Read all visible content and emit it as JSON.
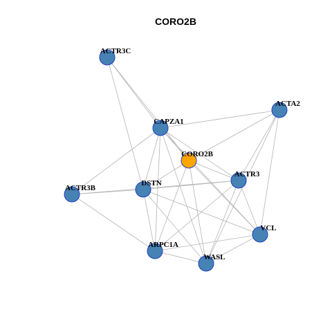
{
  "title": "CORO2B",
  "colors": {
    "node_default": "#4682b4",
    "node_highlight": "#ffa500",
    "node_border": "#1f3fbf",
    "edge": "#b3b3b3"
  },
  "nodes": [
    {
      "id": "ACTR3C",
      "label": "ACTR3C",
      "highlight": false
    },
    {
      "id": "ACTA2",
      "label": "ACTA2",
      "highlight": false
    },
    {
      "id": "CAPZA1",
      "label": "CAPZA1",
      "highlight": false
    },
    {
      "id": "CORO2B",
      "label": "CORO2B",
      "highlight": true
    },
    {
      "id": "ACTR3",
      "label": "ACTR3",
      "highlight": false
    },
    {
      "id": "DSTN",
      "label": "DSTN",
      "highlight": false
    },
    {
      "id": "ACTR3B",
      "label": "ACTR3B",
      "highlight": false
    },
    {
      "id": "VCL",
      "label": "VCL",
      "highlight": false
    },
    {
      "id": "ARPC1A",
      "label": "ARPC1A",
      "highlight": false
    },
    {
      "id": "WASL",
      "label": "WASL",
      "highlight": false
    }
  ],
  "edges": [
    [
      "ACTR3C",
      "CAPZA1"
    ],
    [
      "ACTR3C",
      "DSTN"
    ],
    [
      "ACTR3C",
      "CORO2B"
    ],
    [
      "ACTA2",
      "CAPZA1"
    ],
    [
      "ACTA2",
      "CORO2B"
    ],
    [
      "ACTA2",
      "ACTR3"
    ],
    [
      "ACTA2",
      "VCL"
    ],
    [
      "ACTA2",
      "WASL"
    ],
    [
      "CAPZA1",
      "CORO2B"
    ],
    [
      "CAPZA1",
      "ACTR3"
    ],
    [
      "CAPZA1",
      "DSTN"
    ],
    [
      "CAPZA1",
      "ACTR3B"
    ],
    [
      "CAPZA1",
      "ARPC1A"
    ],
    [
      "CAPZA1",
      "WASL"
    ],
    [
      "CAPZA1",
      "VCL"
    ],
    [
      "CORO2B",
      "DSTN"
    ],
    [
      "CORO2B",
      "ACTR3"
    ],
    [
      "CORO2B",
      "ARPC1A"
    ],
    [
      "CORO2B",
      "WASL"
    ],
    [
      "CORO2B",
      "VCL"
    ],
    [
      "ACTR3",
      "ACTR3B"
    ],
    [
      "ACTR3",
      "DSTN"
    ],
    [
      "ACTR3",
      "VCL"
    ],
    [
      "ACTR3",
      "ARPC1A"
    ],
    [
      "ACTR3",
      "WASL"
    ],
    [
      "DSTN",
      "ACTR3B"
    ],
    [
      "DSTN",
      "ARPC1A"
    ],
    [
      "DSTN",
      "WASL"
    ],
    [
      "DSTN",
      "VCL"
    ],
    [
      "ACTR3B",
      "ARPC1A"
    ],
    [
      "ARPC1A",
      "VCL"
    ],
    [
      "ARPC1A",
      "WASL"
    ],
    [
      "WASL",
      "VCL"
    ]
  ]
}
